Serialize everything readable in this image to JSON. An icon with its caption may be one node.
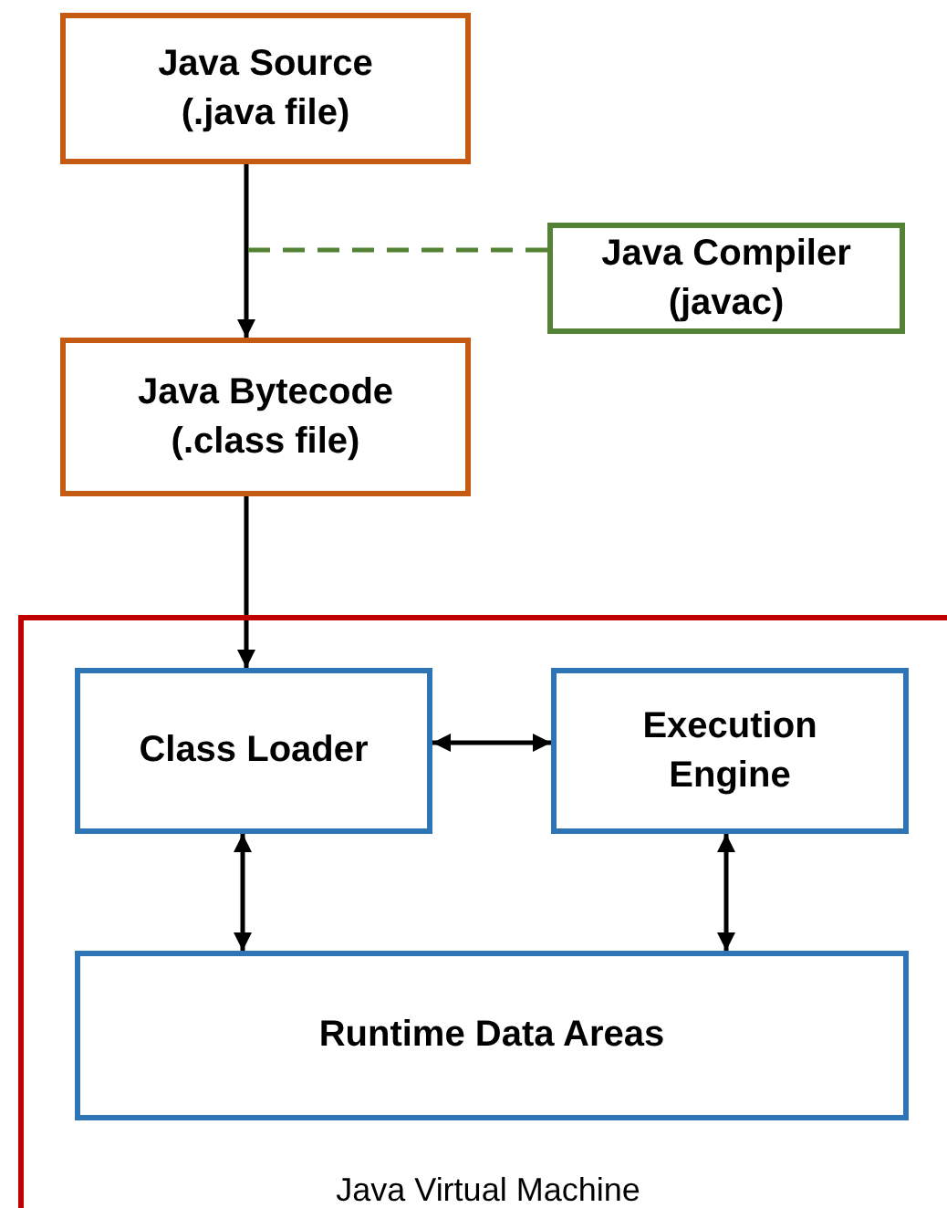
{
  "diagram": {
    "nodes": [
      {
        "text": [
          "Java Source (.java file)"
        ]
      },
      {
        "text": [
          "Java Compiler (javac)"
        ]
      },
      {
        "text": [
          "Java Bytecode (.class file)"
        ]
      },
      {
        "text": [
          "Java Virtual Machine"
        ]
      },
      {
        "text": [
          "Class Loader"
        ],
        "in": 3
      },
      {
        "text": [
          "Execution Engine"
        ],
        "in": 3
      },
      {
        "text": [
          "Runtime Data Areas"
        ],
        "in": 3
      }
    ],
    "edges": [
      {
        "from": 0,
        "to": 2,
        "arrow": "to"
      },
      {
        "from": 1,
        "to": null,
        "arrow": "none",
        "style": "dashed",
        "color": "#548235"
      },
      {
        "from": 2,
        "to": 4,
        "arrow": "to"
      },
      {
        "from": 4,
        "to": 5,
        "arrow": "both"
      },
      {
        "from": 4,
        "to": 6,
        "arrow": "both"
      },
      {
        "from": 5,
        "to": 6,
        "arrow": "both"
      }
    ]
  }
}
